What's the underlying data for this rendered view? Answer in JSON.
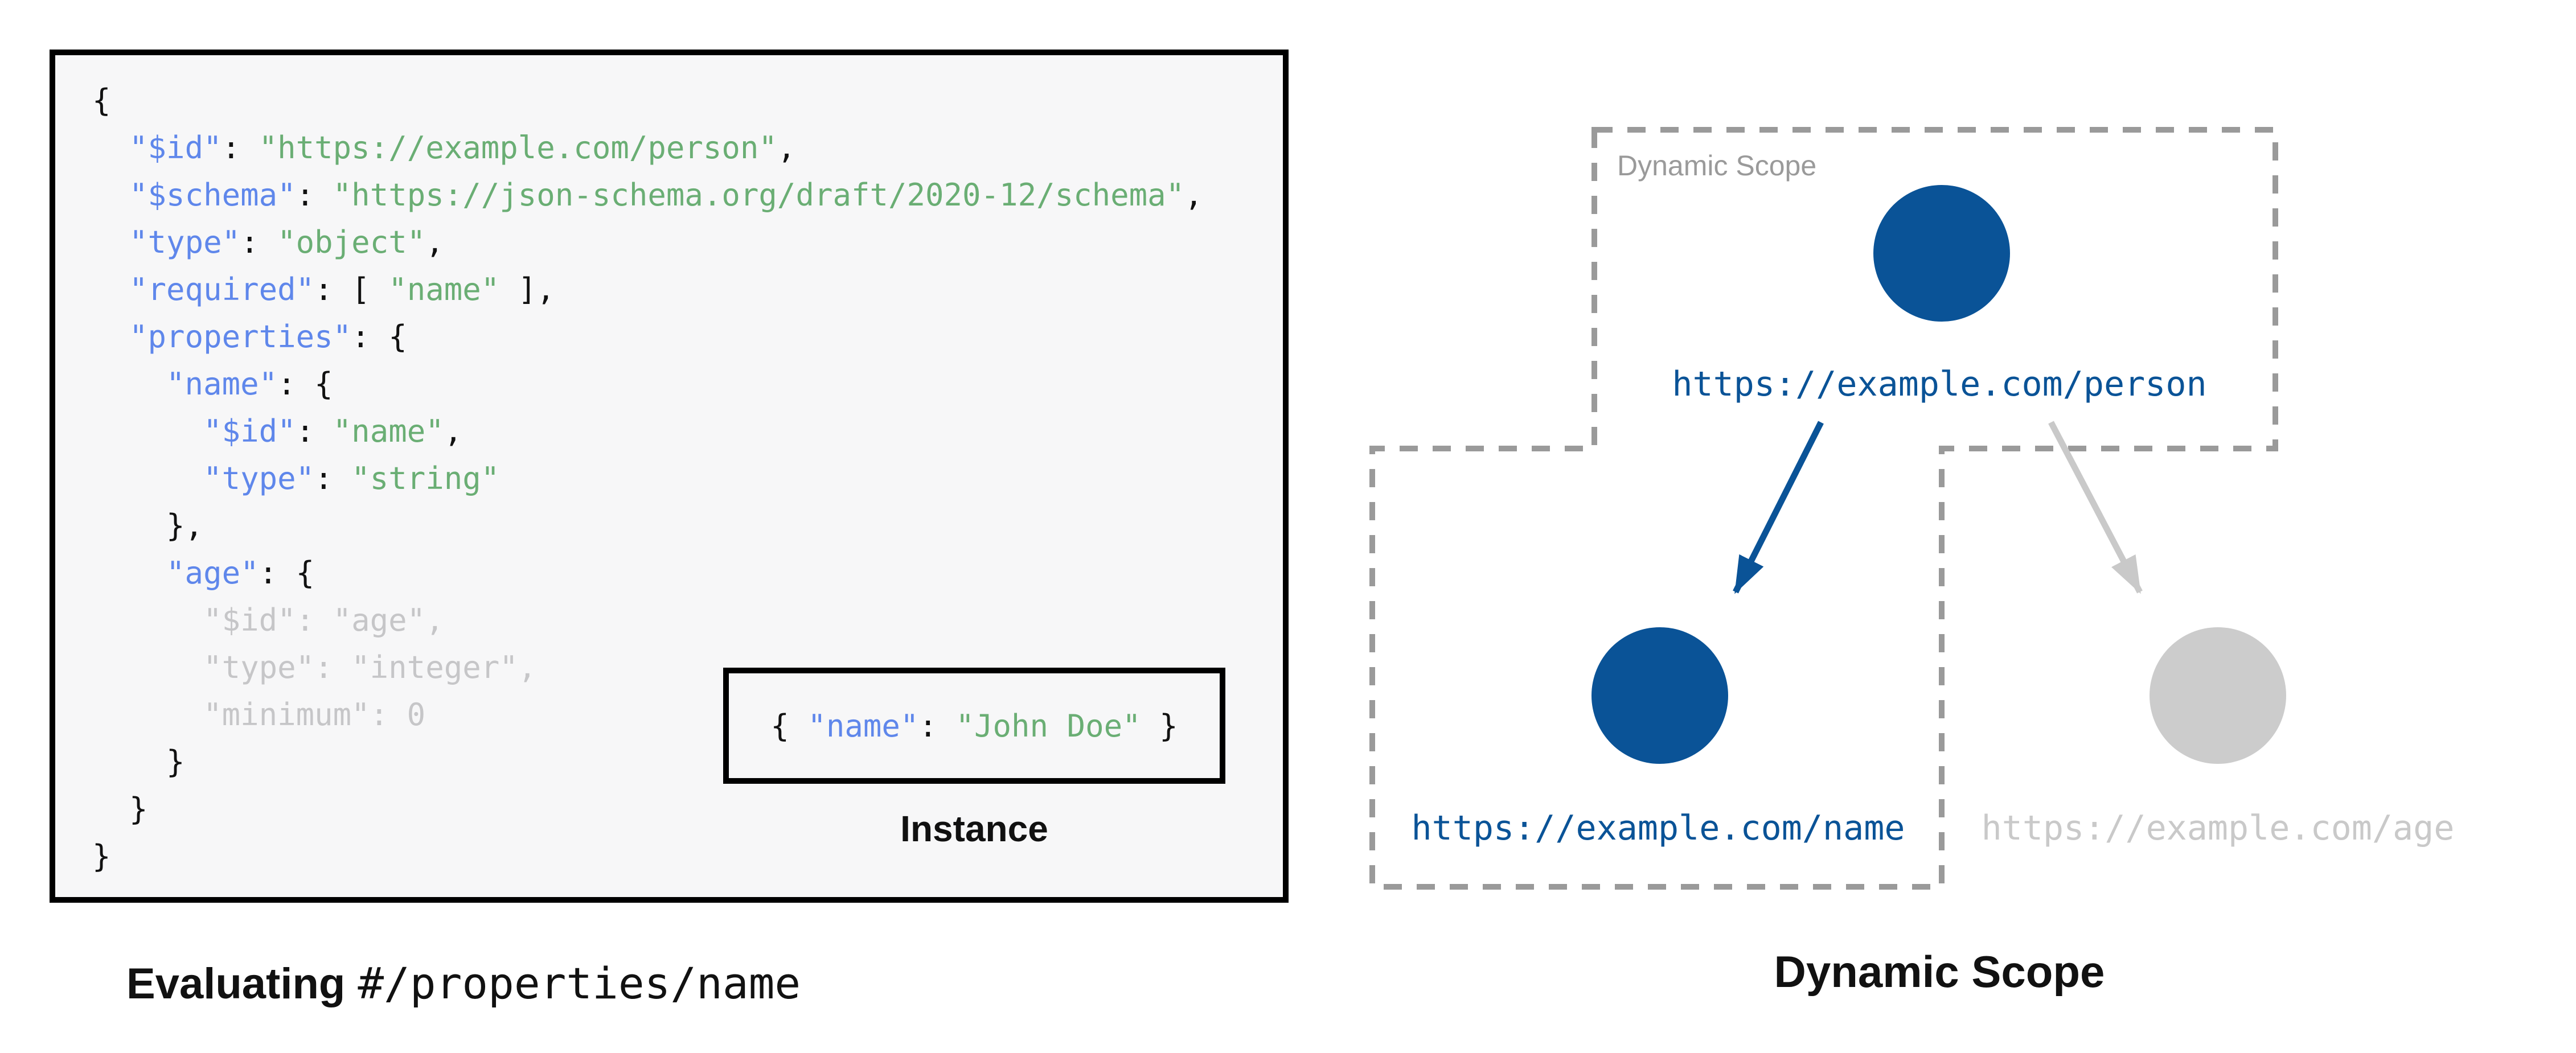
{
  "colors": {
    "panel_background": "#f7f7f8",
    "panel_border": "#000000",
    "code_key_blue": "#5f87eb",
    "code_string_green": "#6aae74",
    "code_plain_black": "#111111",
    "code_dim_gray": "#c6c6c8",
    "node_active_blue": "#0a5397",
    "node_inactive_gray": "#cccccc",
    "inactive_text_gray": "#c9c9c9",
    "scope_outline_gray": "#9a9a9a"
  },
  "schema_panel": {
    "code_lines": [
      [
        [
          "p",
          "{"
        ]
      ],
      [
        [
          "p",
          "  "
        ],
        [
          "k",
          "\"$id\""
        ],
        [
          "p",
          ": "
        ],
        [
          "s",
          "\"https://example.com/person\""
        ],
        [
          "p",
          ","
        ]
      ],
      [
        [
          "p",
          "  "
        ],
        [
          "k",
          "\"$schema\""
        ],
        [
          "p",
          ": "
        ],
        [
          "s",
          "\"https://json-schema.org/draft/2020-12/schema\""
        ],
        [
          "p",
          ","
        ]
      ],
      [
        [
          "p",
          "  "
        ],
        [
          "k",
          "\"type\""
        ],
        [
          "p",
          ": "
        ],
        [
          "s",
          "\"object\""
        ],
        [
          "p",
          ","
        ]
      ],
      [
        [
          "p",
          "  "
        ],
        [
          "k",
          "\"required\""
        ],
        [
          "p",
          ": [ "
        ],
        [
          "s",
          "\"name\""
        ],
        [
          "p",
          " ],"
        ]
      ],
      [
        [
          "p",
          "  "
        ],
        [
          "k",
          "\"properties\""
        ],
        [
          "p",
          ": {"
        ]
      ],
      [
        [
          "p",
          "    "
        ],
        [
          "k",
          "\"name\""
        ],
        [
          "p",
          ": {"
        ]
      ],
      [
        [
          "p",
          "      "
        ],
        [
          "k",
          "\"$id\""
        ],
        [
          "p",
          ": "
        ],
        [
          "s",
          "\"name\""
        ],
        [
          "p",
          ","
        ]
      ],
      [
        [
          "p",
          "      "
        ],
        [
          "k",
          "\"type\""
        ],
        [
          "p",
          ": "
        ],
        [
          "s",
          "\"string\""
        ]
      ],
      [
        [
          "p",
          "    },"
        ]
      ],
      [
        [
          "p",
          "    "
        ],
        [
          "k",
          "\"age\""
        ],
        [
          "p",
          ": {"
        ]
      ],
      [
        [
          "d",
          "      \"$id\": \"age\","
        ]
      ],
      [
        [
          "d",
          "      \"type\": \"integer\","
        ]
      ],
      [
        [
          "d",
          "      \"minimum\": 0"
        ]
      ],
      [
        [
          "p",
          "    }"
        ]
      ],
      [
        [
          "p",
          "  }"
        ]
      ],
      [
        [
          "p",
          "}"
        ]
      ]
    ],
    "instance": {
      "tokens": [
        [
          "p",
          "{ "
        ],
        [
          "k",
          "\"name\""
        ],
        [
          "p",
          ": "
        ],
        [
          "s",
          "\"John Doe\""
        ],
        [
          "p",
          " }"
        ]
      ],
      "label": "Instance"
    },
    "caption": {
      "bold": "Evaluating",
      "path": "#/properties/name"
    }
  },
  "scope_diagram": {
    "region_label": "Dynamic Scope",
    "caption": "Dynamic Scope",
    "nodes": {
      "person": {
        "label": "https://example.com/person",
        "state": "active"
      },
      "name": {
        "label": "https://example.com/name",
        "state": "active"
      },
      "age": {
        "label": "https://example.com/age",
        "state": "inactive"
      }
    }
  }
}
